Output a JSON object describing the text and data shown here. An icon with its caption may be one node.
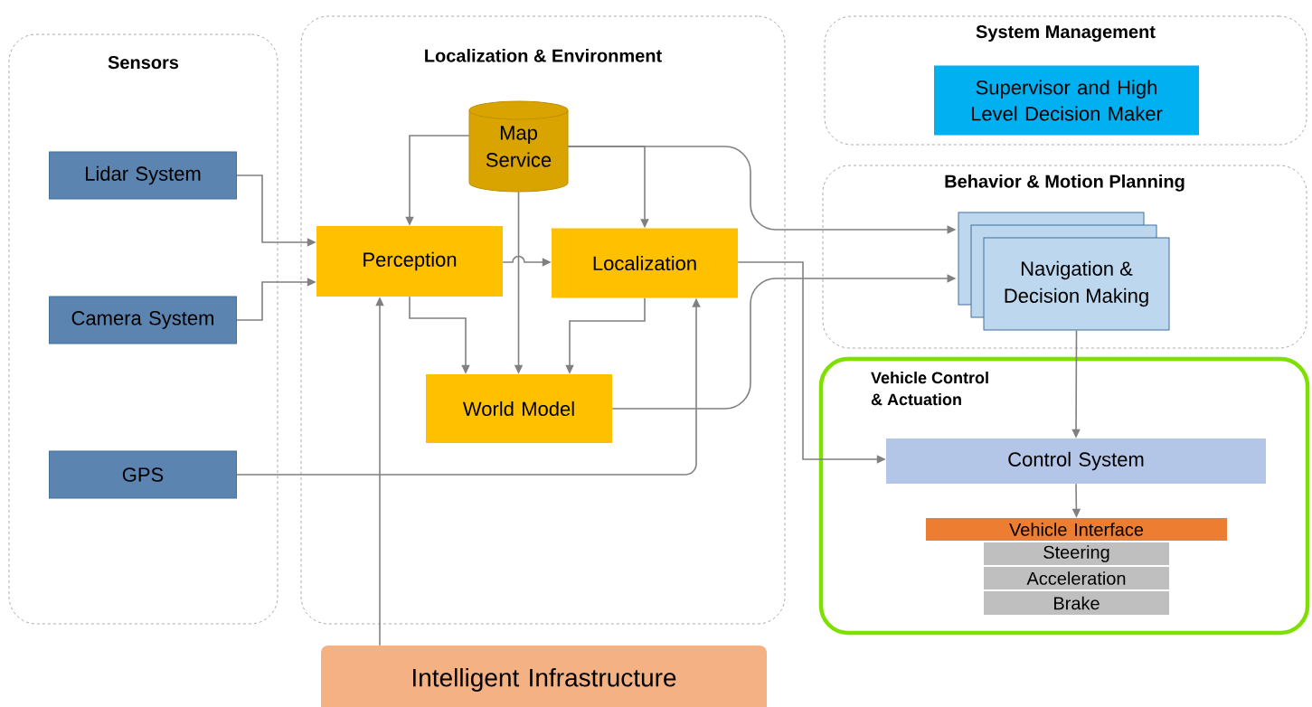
{
  "diagram": {
    "nodes": [
      {
        "text": [
          "Sensors"
        ]
      },
      {
        "text": [
          "Lidar System"
        ],
        "in": 0
      },
      {
        "text": [
          "Camera System"
        ],
        "in": 0
      },
      {
        "text": [
          "GPS"
        ],
        "in": 0
      },
      {
        "text": [
          "Localization & Environment"
        ]
      },
      {
        "text": [
          "Map Service"
        ],
        "in": 4
      },
      {
        "text": [
          "Perception"
        ],
        "in": 4
      },
      {
        "text": [
          "Localization"
        ],
        "in": 4
      },
      {
        "text": [
          "World Model"
        ],
        "in": 4
      },
      {
        "text": [
          "System Management"
        ]
      },
      {
        "text": [
          "Supervisor and High Level Decision Maker"
        ],
        "in": 9
      },
      {
        "text": [
          "Behavior & Motion Planning"
        ]
      },
      {
        "text": [
          "Navigation & Decision Making"
        ],
        "in": 11
      },
      {
        "text": [
          "Vehicle Control & Actuation"
        ]
      },
      {
        "text": [
          "Control System"
        ],
        "in": 13
      },
      {
        "text": [
          "Vehicle Interface"
        ],
        "in": 13
      },
      {
        "text": [
          "Steering"
        ],
        "in": 13
      },
      {
        "text": [
          "Acceleration"
        ],
        "in": 13
      },
      {
        "text": [
          "Brake"
        ],
        "in": 13
      },
      {
        "text": [
          "Intelligent Infrastructure"
        ]
      }
    ],
    "edges": [
      {
        "from": 1,
        "to": 6,
        "arrow": "to"
      },
      {
        "from": 2,
        "to": 6,
        "arrow": "to"
      },
      {
        "from": 5,
        "to": 6,
        "arrow": "to"
      },
      {
        "from": 5,
        "to": 7,
        "arrow": "to"
      },
      {
        "from": 5,
        "to": 8,
        "arrow": "to"
      },
      {
        "from": 5,
        "to": 12,
        "arrow": "to"
      },
      {
        "from": 6,
        "to": 7,
        "arrow": "to"
      },
      {
        "from": 6,
        "to": 8,
        "arrow": "to"
      },
      {
        "from": 7,
        "to": 8,
        "arrow": "to"
      },
      {
        "from": 7,
        "to": 14,
        "arrow": "to"
      },
      {
        "from": 8,
        "to": 12,
        "arrow": "to"
      },
      {
        "from": 3,
        "to": 7,
        "arrow": "to"
      },
      {
        "from": 19,
        "to": 6,
        "arrow": "to"
      },
      {
        "from": 12,
        "to": 14,
        "arrow": "to"
      },
      {
        "from": 14,
        "to": 15,
        "arrow": "to"
      }
    ]
  }
}
